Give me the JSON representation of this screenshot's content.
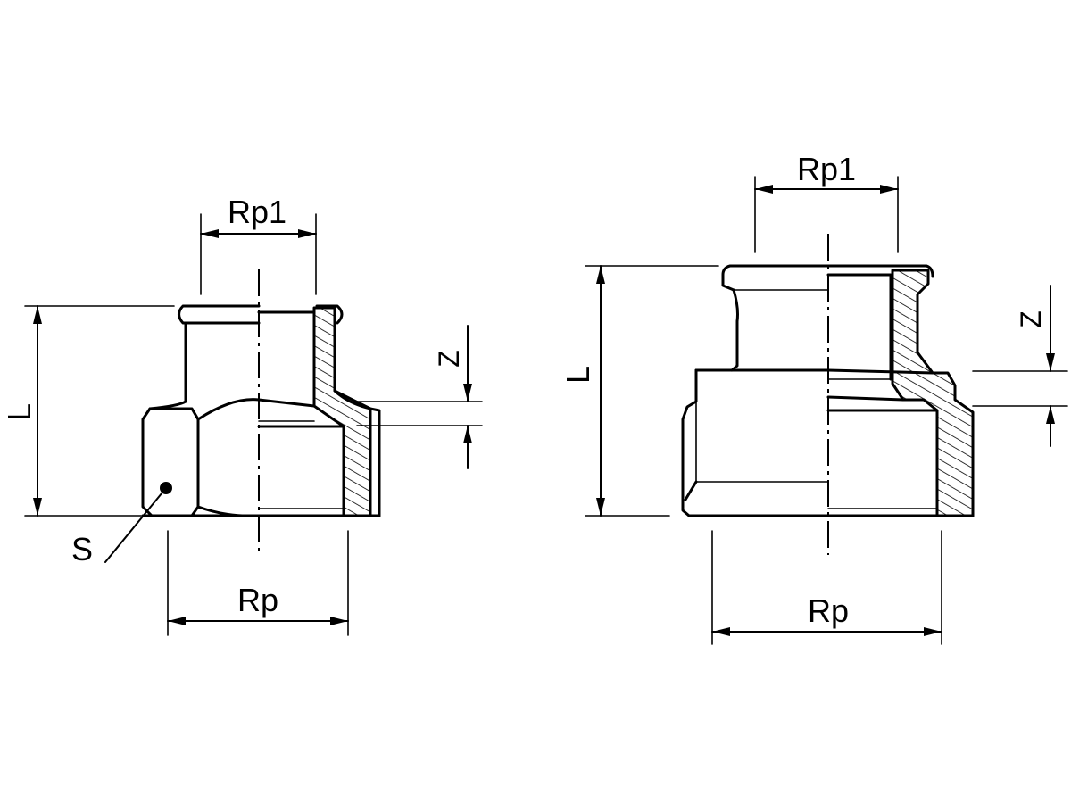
{
  "labels": {
    "left_rp1": "Rp1",
    "left_rp": "Rp",
    "left_l": "L",
    "left_z": "Z",
    "left_s": "S",
    "right_rp1": "Rp1",
    "right_rp": "Rp",
    "right_l": "L",
    "right_z": "Z"
  },
  "colors": {
    "line": "#000000",
    "background": "#ffffff"
  }
}
